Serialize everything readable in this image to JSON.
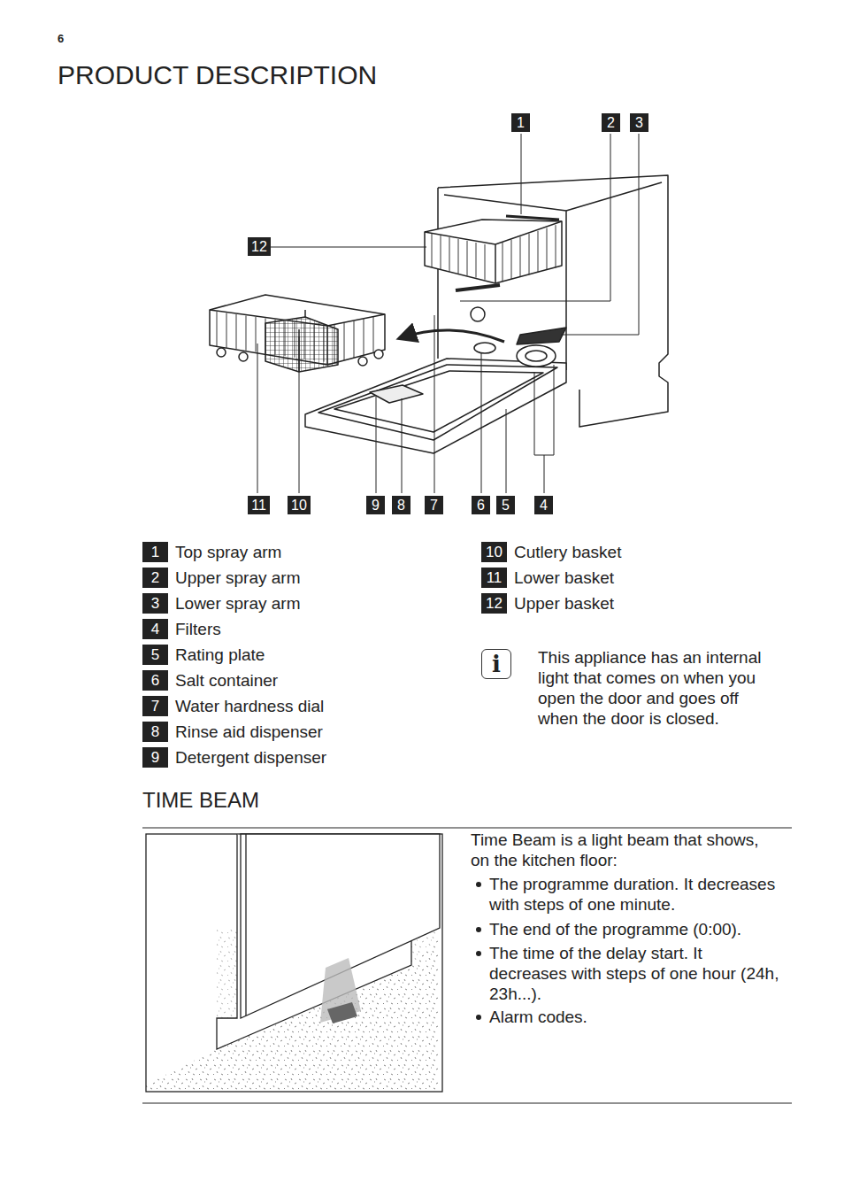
{
  "diagram": {
    "title": "PRODUCT DESCRIPTION",
    "nodes": [
      {
        "text": [
          "1"
        ]
      },
      {
        "text": [
          "2"
        ]
      },
      {
        "text": [
          "3"
        ]
      },
      {
        "text": [
          "12"
        ]
      },
      {
        "text": [
          "11"
        ]
      },
      {
        "text": [
          "10"
        ]
      },
      {
        "text": [
          "9"
        ]
      },
      {
        "text": [
          "8"
        ]
      },
      {
        "text": [
          "7"
        ]
      },
      {
        "text": [
          "6"
        ]
      },
      {
        "text": [
          "5"
        ]
      },
      {
        "text": [
          "4"
        ]
      },
      {
        "text": [
          "1",
          "Top spray arm"
        ]
      },
      {
        "text": [
          "2",
          "Upper spray arm"
        ]
      },
      {
        "text": [
          "3",
          "Lower spray arm"
        ]
      },
      {
        "text": [
          "4",
          "Filters"
        ]
      },
      {
        "text": [
          "5",
          "Rating plate"
        ]
      },
      {
        "text": [
          "6",
          "Salt container"
        ]
      },
      {
        "text": [
          "7",
          "Water hardness dial"
        ]
      },
      {
        "text": [
          "8",
          "Rinse aid dispenser"
        ]
      },
      {
        "text": [
          "9",
          "Detergent dispenser"
        ]
      },
      {
        "text": [
          "10",
          "Cutlery basket"
        ]
      },
      {
        "text": [
          "11",
          "Lower basket"
        ]
      },
      {
        "text": [
          "12",
          "Upper basket"
        ]
      },
      {
        "text": [
          "i"
        ]
      }
    ],
    "labels": [
      "6",
      "This appliance has an internal light that comes on when you open the door and goes off when the door is closed.",
      "TIME BEAM",
      "Time Beam is a light beam that shows, on the kitchen floor:",
      "The programme duration. It decreases with steps of one minute.",
      "The end of the programme (0:00).",
      "The time of the delay start. It decreases with steps of one hour (24h, 23h...).",
      "Alarm codes."
    ]
  }
}
